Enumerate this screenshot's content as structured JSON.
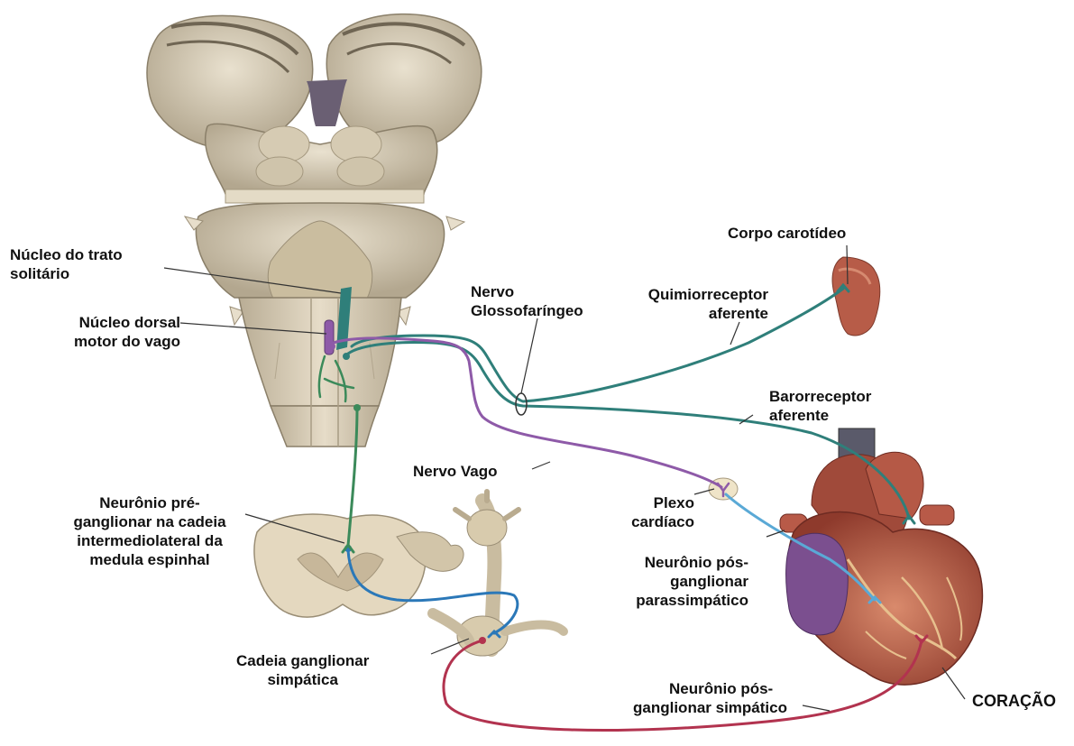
{
  "labels": {
    "nucleo_trato_solitario": [
      "Núcleo do trato",
      "solitário"
    ],
    "nucleo_dorsal_motor": [
      "Núcleo dorsal",
      "motor do vago"
    ],
    "nervo_glossofaringeo": [
      "Nervo",
      "Glossofaríngeo"
    ],
    "quimiorreceptor": [
      "Quimiorreceptor",
      "aferente"
    ],
    "corpo_carotideo": "Corpo carotídeo",
    "barorreceptor": [
      "Barorreceptor",
      "aferente"
    ],
    "nervo_vago": "Nervo Vago",
    "plexo_cardiaco": [
      "Plexo",
      "cardíaco"
    ],
    "neuronio_pre": [
      "Neurônio pré-",
      "ganglionar na cadeia",
      "intermediolateral da",
      "medula espinhal"
    ],
    "neuronio_pos_parassimpatico": [
      "Neurônio pós-",
      "ganglionar",
      "parassimpático"
    ],
    "cadeia_ganglionar": [
      "Cadeia ganglionar",
      "simpática"
    ],
    "neuronio_pos_simpatico": [
      "Neurônio pós-",
      "ganglionar simpático"
    ],
    "coracao": "CORAÇÃO"
  },
  "colors": {
    "afferent": "#2f7f7a",
    "vagus": "#8e5aa8",
    "parasympathetic_post": "#5aa9d6",
    "sympathetic_pre": "#3b8a5a",
    "sympathetic_post": "#b2334f",
    "brainstem": "#d8cdb5",
    "heart": "#b35a45"
  }
}
